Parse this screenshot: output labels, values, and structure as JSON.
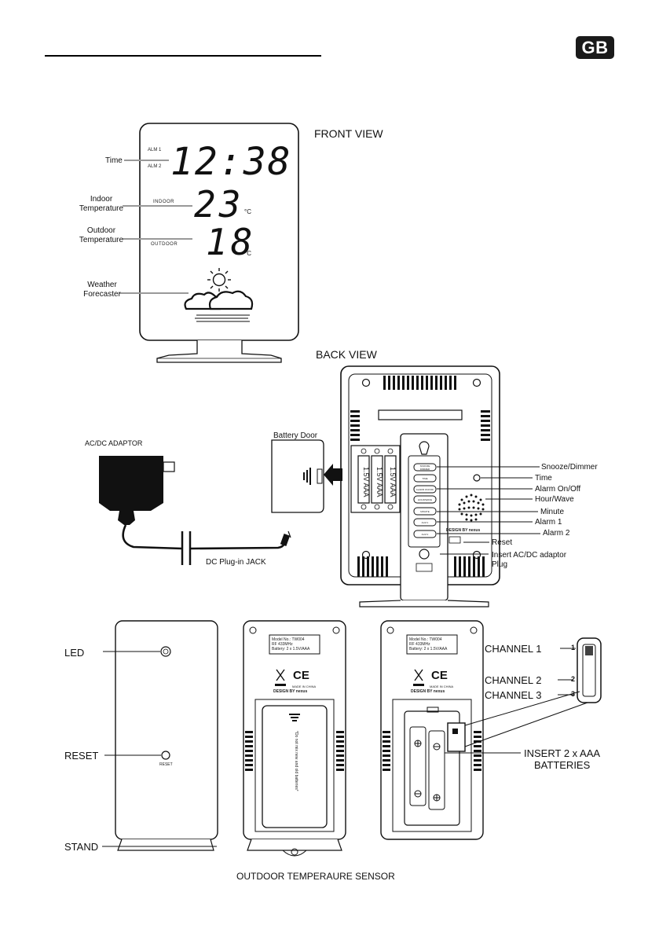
{
  "badge": "GB",
  "front": {
    "title": "FRONT VIEW",
    "labels": {
      "time": "Time",
      "indoor": "Indoor Temperature",
      "outdoor": "Outdoor Temperature",
      "weather": "Weather Forecaster"
    },
    "display": {
      "alm1": "ALM 1",
      "alm2": "ALM 2",
      "indoor_tag": "INDOOR",
      "outdoor_tag": "OUTDOOR",
      "time": "12:38",
      "indoor_temp": "23",
      "outdoor_temp": "18",
      "unit": "°C"
    }
  },
  "back": {
    "title": "BACK VIEW",
    "adaptor": "AC/DC ADAPTOR",
    "battery_door": "Battery Door",
    "jack": "DC Plug-in JACK",
    "battery_label": "1.5V AAA",
    "buttons": [
      "SNOOZE DIMMER",
      "TIME",
      "ALARM ON/OFF",
      "HOUR/WAVE",
      "MINUTE",
      "ALM 1",
      "ALM 2"
    ],
    "design": "DESIGN BY nexus",
    "callouts": [
      "Snooze/Dimmer",
      "Time",
      "Alarm On/Off",
      "Hour/Wave",
      "Minute",
      "Alarm 1",
      "Alarm 2",
      "Reset",
      "Insert AC/DC adaptor Plug"
    ]
  },
  "sensor": {
    "led": "LED",
    "reset": "RESET",
    "reset_small": "RESET",
    "stand": "STAND",
    "model_lines": [
      "Model No.: TW004",
      "RF 433MHz",
      "Battery: 2 x 1.5V/AAA"
    ],
    "made_in": "MADE IN CHINA",
    "design": "DESIGN BY nexus",
    "ce": "CE",
    "door_text": "*Do not mix new and old batteries*",
    "channels": [
      "CHANNEL 1",
      "CHANNEL 2",
      "CHANNEL 3"
    ],
    "channel_nums": [
      "1",
      "2",
      "3"
    ],
    "insert": "INSERT 2 x AAA",
    "batteries": "BATTERIES",
    "caption": "OUTDOOR TEMPERAURE SENSOR"
  }
}
